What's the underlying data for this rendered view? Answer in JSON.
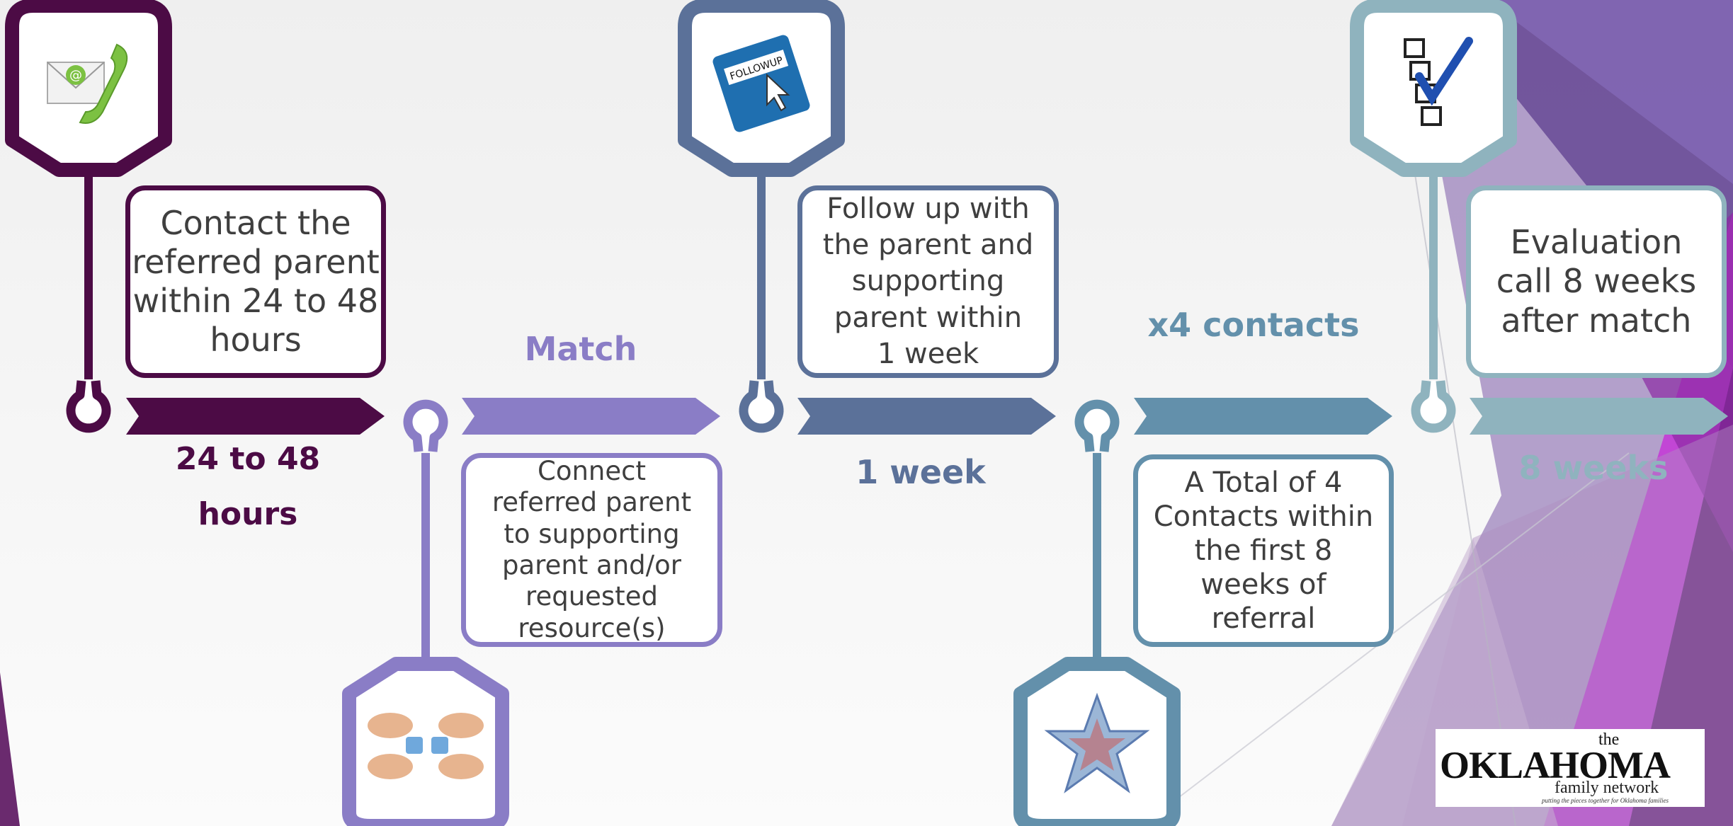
{
  "colors": {
    "step1": "#4c0b45",
    "step2": "#8a7dc6",
    "step3": "#5b7199",
    "step4": "#6390ab",
    "step5": "#8fb3be"
  },
  "steps": [
    {
      "box_text": "Contact the referred parent within 24 to 48 hours",
      "duration": "24 to 48 hours",
      "icon": "email-phone-icon"
    },
    {
      "box_text": "Connect referred parent to supporting parent and/or requested resource(s)",
      "duration": "Match",
      "icon": "puzzle-hands-icon"
    },
    {
      "box_text": "Follow up with the parent and supporting parent within 1 week",
      "duration": "1 week",
      "icon": "follow-up-key-icon"
    },
    {
      "box_text": "A Total of 4 Contacts within the first 8 weeks of referral",
      "duration": "x4 contacts",
      "icon": "word-cloud-star-icon"
    },
    {
      "box_text": "Evaluation call 8 weeks after match",
      "duration": "8 weeks",
      "icon": "checklist-icon"
    }
  ],
  "logo": {
    "the": "the",
    "main": "OKLAHOMA",
    "sub": "family network",
    "tagline": "putting the pieces together for Oklahoma families"
  }
}
